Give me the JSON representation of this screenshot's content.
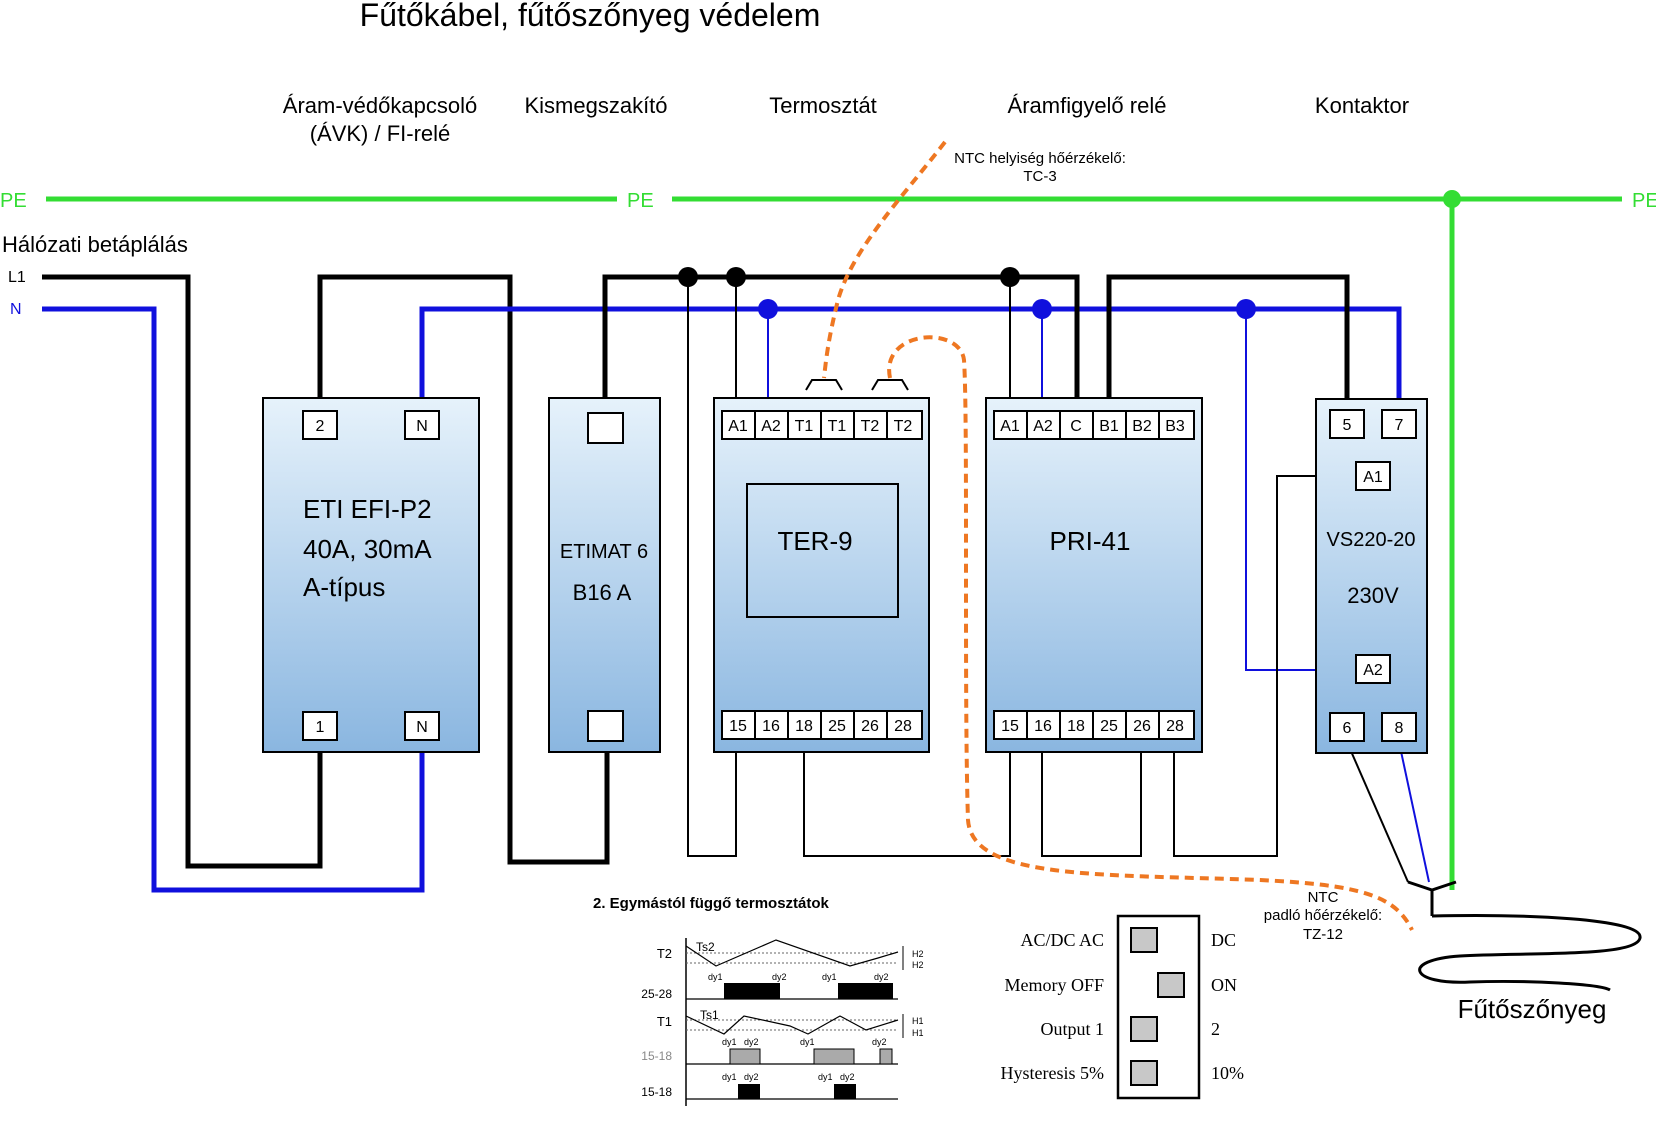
{
  "title": "Fűtőkábel, fűtőszőnyeg védelem",
  "colors": {
    "pe": "#33dd33",
    "neutral": "#1010dd",
    "live": "#000000",
    "sensor": "#ee7722",
    "module_top": "#e6f2fb",
    "module_bottom": "#8ab6e0"
  },
  "headers": {
    "rcd_line1": "Áram-védőkapcsoló",
    "rcd_line2": "(ÁVK) / FI-relé",
    "mcb": "Kismegszakító",
    "thermostat": "Termosztát",
    "current_relay": "Áramfigyelő relé",
    "contactor": "Kontaktor"
  },
  "pe_label": "PE",
  "supply": {
    "title": "Hálózati betáplálás",
    "l1": "L1",
    "n": "N"
  },
  "ntc_room": {
    "line1": "NTC helyiség hőérzékelő:",
    "line2": "TC-3"
  },
  "ntc_floor": {
    "line1": "NTC",
    "line2": "padló hőérzékelő:",
    "line3": "TZ-12"
  },
  "heating_mat": "Fűtőszőnyeg",
  "modules": {
    "rcd": {
      "line1": "ETI EFI-P2",
      "line2": "40A, 30mA",
      "line3": "A-típus",
      "terminals_top": [
        "2",
        "N"
      ],
      "terminals_bottom": [
        "1",
        "N"
      ]
    },
    "mcb": {
      "line1": "ETIMAT 6",
      "line2": "B16 A"
    },
    "ter": {
      "name": "TER-9",
      "terminals_top": [
        "A1",
        "A2",
        "T1",
        "T1",
        "T2",
        "T2"
      ],
      "terminals_bottom": [
        "15",
        "16",
        "18",
        "25",
        "26",
        "28"
      ]
    },
    "pri": {
      "name": "PRI-41",
      "terminals_top": [
        "A1",
        "A2",
        "C",
        "B1",
        "B2",
        "B3"
      ],
      "terminals_bottom": [
        "15",
        "16",
        "18",
        "25",
        "26",
        "28"
      ]
    },
    "vs": {
      "line1": "VS220-20",
      "line2": "230V",
      "terminals_top": [
        "5",
        "7"
      ],
      "a1": "A1",
      "a2": "A2",
      "terminals_bottom": [
        "6",
        "8"
      ]
    }
  },
  "timing": {
    "title": "2. Egymástól függő termosztátok",
    "row_labels": [
      "T2",
      "25-28",
      "T1",
      "15-18",
      "15-18"
    ],
    "ts2": "Ts2",
    "ts1": "Ts1",
    "dy1": "dy1",
    "dy2": "dy2",
    "h2": "H2",
    "h1": "H1"
  },
  "dip": {
    "rows": [
      {
        "left": "AC/DC AC",
        "right": "DC",
        "position": "left"
      },
      {
        "left": "Memory OFF",
        "right": "ON",
        "position": "right"
      },
      {
        "left": "Output 1",
        "right": "2",
        "position": "left"
      },
      {
        "left": "Hysteresis 5%",
        "right": "10%",
        "position": "left"
      }
    ]
  }
}
